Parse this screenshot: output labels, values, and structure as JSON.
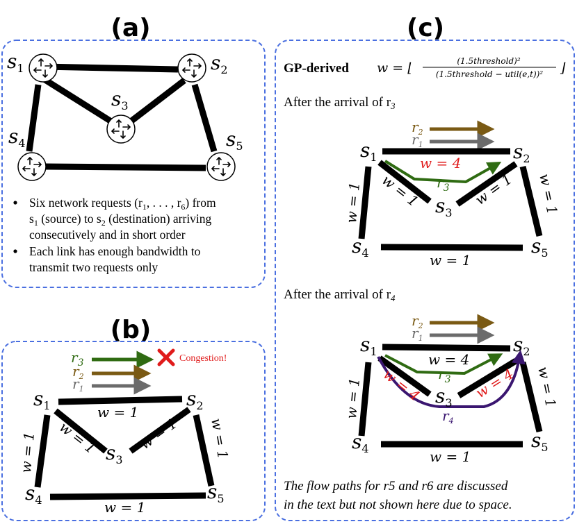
{
  "panel_a": {
    "title": "(a)",
    "nodes": {
      "s1": "s",
      "s1_sub": "1",
      "s2": "s",
      "s2_sub": "2",
      "s3": "s",
      "s3_sub": "3",
      "s4": "s",
      "s4_sub": "4",
      "s5": "s",
      "s5_sub": "5"
    },
    "bullets": [
      [
        "Six network requests (r",
        "1",
        ", . . . , r",
        "6",
        ") from"
      ],
      [
        "s",
        "1",
        " (source) to s",
        "2",
        " (destination) arriving"
      ],
      [
        "consecutively and in short order"
      ],
      [
        "Each link has enough bandwidth to"
      ],
      [
        "transmit two requests only"
      ]
    ]
  },
  "panel_b": {
    "title": "(b)",
    "requests": {
      "r3": "r",
      "r3_sub": "3",
      "r2": "r",
      "r2_sub": "2",
      "r1": "r",
      "r1_sub": "1"
    },
    "congestion": "Congestion!",
    "weights": {
      "s1s2": "w = 1",
      "s1s3": "w = 1",
      "s3s2": "w = 1",
      "s1s4": "w = 1",
      "s2s5": "w = 1",
      "s4s5": "w = 1"
    }
  },
  "panel_c": {
    "title": "(c)",
    "gp_label": "GP-derived",
    "formula": {
      "lhs": "w = ⌊",
      "numerator": "(1.5threshold)²",
      "denominator": "(1.5threshold − util(e,t))²",
      "rhs": "⌋"
    },
    "after_r3": {
      "heading": "After the arrival of r",
      "heading_sub": "3",
      "weights": {
        "top": "w = 4",
        "s1s3": "w = 1",
        "s3s2": "w = 1",
        "s1s4": "w = 1",
        "s2s5": "w = 1",
        "s4s5": "w = 1"
      }
    },
    "after_r4": {
      "heading": "After the arrival of r",
      "heading_sub": "4",
      "weights": {
        "top": "w = 4",
        "s1s3": "w = 4",
        "s3s2": "w = 4",
        "s1s4": "w = 1",
        "s2s5": "w = 1",
        "s4s5": "w = 1"
      }
    },
    "footnote_line1": "The flow paths for r5 and r6 are discussed",
    "footnote_line2": "in the text but not shown here due to space."
  },
  "colors": {
    "box_border": "#4a6fe0",
    "r1": "#6b6b6b",
    "r2": "#7a5a14",
    "r3": "#2f6b12",
    "r4": "#3a1670",
    "red": "#e01b1b"
  }
}
